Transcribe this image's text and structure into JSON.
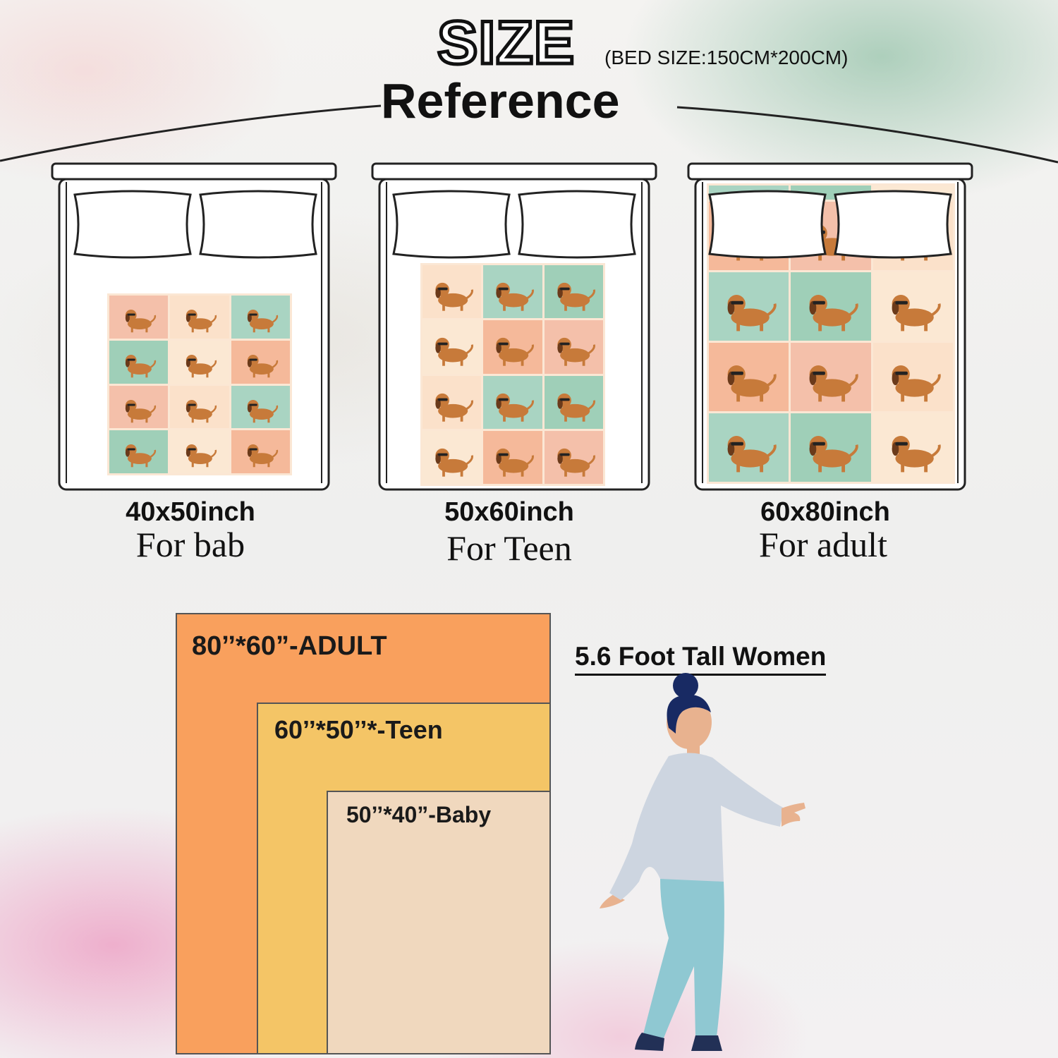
{
  "header": {
    "size_word": "SIZE",
    "bed_note": "(BED SIZE:150CM*200CM)",
    "reference_word": "Reference"
  },
  "beds": [
    {
      "size": "40x50inch",
      "use": "For bab"
    },
    {
      "size": "50x60inch",
      "use": "For Teen"
    },
    {
      "size": "60x80inch",
      "use": "For adult"
    }
  ],
  "comparison": {
    "adult_label": "80’’*60”-ADULT",
    "teen_label": "60’’*50’’*-Teen",
    "baby_label": "50’’*40”-Baby",
    "colors": {
      "adult": "#f9a05d",
      "teen": "#f4c566",
      "baby": "#f0d8be"
    }
  },
  "person": {
    "label": "5.6 Foot Tall Women",
    "colors": {
      "hair": "#182a63",
      "skin": "#e8b28f",
      "top": "#cdd5e0",
      "pants": "#8fc8d2",
      "shoes": "#223056"
    }
  },
  "tile_colors": [
    "#f4c0aa",
    "#fbe1ca",
    "#a9d4c2",
    "#9fcfb8",
    "#fbe8d3",
    "#f5b99a"
  ],
  "dog_color": "#c77a3a"
}
